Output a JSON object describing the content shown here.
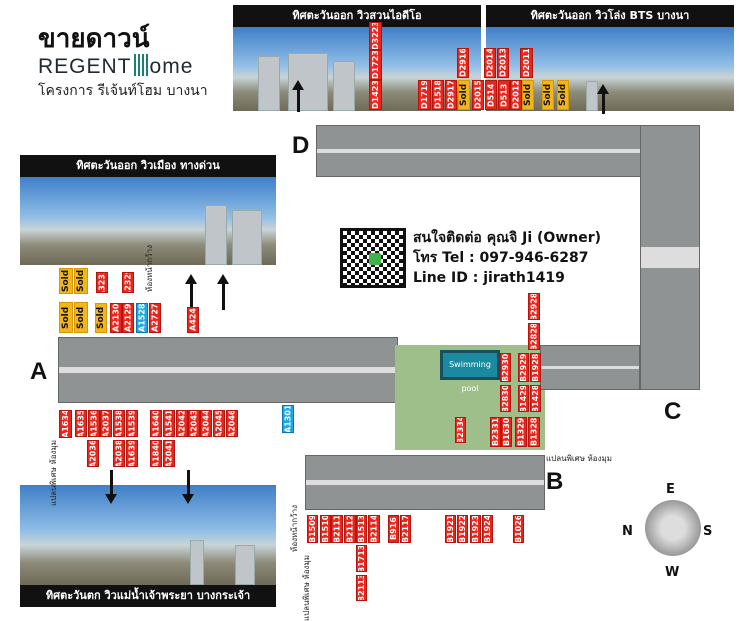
{
  "header": {
    "title": "ขายดาวน์",
    "brand_left": "REGENT",
    "brand_right": "ome",
    "project": "โครงการ รีเจ้นท์โฮม บางนา"
  },
  "views": {
    "top_left": "ทิศตะวันออก วิวเมือง ทางด่วน",
    "top_center": "ทิศตะวันออก วิวสวนไอดีโอ",
    "top_right": "ทิศตะวันออก วิวโล่ง BTS บางนา",
    "bottom_left": "ทิศตะวันตก วิวแม่น้ำเจ้าพระยา บางกระเจ้า"
  },
  "buildings": {
    "a": "A",
    "b": "B",
    "c": "C",
    "d": "D"
  },
  "pool_label": "Swimming pool",
  "contact": {
    "line1": "สนใจติดต่อ คุณจิ Ji (Owner)",
    "line2": "โทร Tel : 097-946-6287",
    "line3": "Line ID : jirath1419"
  },
  "notes": {
    "wide_room": "ห้องหน้ากว้าง",
    "corner_special": "แปลนพิเศษ ห้องมุม"
  },
  "compass": {
    "n": "N",
    "e": "E",
    "s": "S",
    "w": "W"
  },
  "colors": {
    "available": "#e8261b",
    "sold": "#f2b51c",
    "highlight": "#1ea7e0"
  },
  "tags": [
    {
      "text": "D3223",
      "status": "available"
    },
    {
      "text": "D1723",
      "status": "available"
    },
    {
      "text": "D1423",
      "status": "available"
    },
    {
      "text": "D1719",
      "status": "available"
    },
    {
      "text": "D1518",
      "status": "available"
    },
    {
      "text": "D2917",
      "status": "available"
    },
    {
      "text": "Sold",
      "status": "sold"
    },
    {
      "text": "D2916",
      "status": "available"
    },
    {
      "text": "D2015",
      "status": "available"
    },
    {
      "text": "D2014",
      "status": "available"
    },
    {
      "text": "D514",
      "status": "available"
    },
    {
      "text": "D2013",
      "status": "available"
    },
    {
      "text": "D513",
      "status": "available"
    },
    {
      "text": "D2012",
      "status": "available"
    },
    {
      "text": "D2011",
      "status": "available"
    },
    {
      "text": "Sold",
      "status": "sold"
    },
    {
      "text": "Sold",
      "status": "sold"
    },
    {
      "text": "Sold",
      "status": "sold"
    },
    {
      "text": "Sold",
      "status": "sold"
    },
    {
      "text": "Sold",
      "status": "sold"
    },
    {
      "text": "Sold",
      "status": "sold"
    },
    {
      "text": "Sold",
      "status": "sold"
    },
    {
      "text": "Sold",
      "status": "sold"
    },
    {
      "text": "A3231",
      "status": "available"
    },
    {
      "text": "A2130",
      "status": "available"
    },
    {
      "text": "A2129",
      "status": "available"
    },
    {
      "text": "A2329",
      "status": "available"
    },
    {
      "text": "A1528",
      "status": "highlight"
    },
    {
      "text": "A2727",
      "status": "available"
    },
    {
      "text": "A424",
      "status": "available"
    },
    {
      "text": "A1634",
      "status": "available"
    },
    {
      "text": "A1635",
      "status": "available"
    },
    {
      "text": "A1536",
      "status": "available"
    },
    {
      "text": "A2037",
      "status": "available"
    },
    {
      "text": "A1538",
      "status": "available"
    },
    {
      "text": "A1539",
      "status": "available"
    },
    {
      "text": "A1640",
      "status": "available"
    },
    {
      "text": "A1541",
      "status": "available"
    },
    {
      "text": "A2042",
      "status": "available"
    },
    {
      "text": "A2043",
      "status": "available"
    },
    {
      "text": "A2044",
      "status": "available"
    },
    {
      "text": "A2045",
      "status": "available"
    },
    {
      "text": "A2046",
      "status": "available"
    },
    {
      "text": "A2036",
      "status": "available"
    },
    {
      "text": "A2038",
      "status": "available"
    },
    {
      "text": "A1639",
      "status": "available"
    },
    {
      "text": "A1840",
      "status": "available"
    },
    {
      "text": "A2041",
      "status": "available"
    },
    {
      "text": "A1301",
      "status": "highlight"
    },
    {
      "text": "B2928",
      "status": "available"
    },
    {
      "text": "B2828",
      "status": "available"
    },
    {
      "text": "B2930",
      "status": "available"
    },
    {
      "text": "B2929",
      "status": "available"
    },
    {
      "text": "B1928",
      "status": "available"
    },
    {
      "text": "B2830",
      "status": "available"
    },
    {
      "text": "B1429",
      "status": "available"
    },
    {
      "text": "B1428",
      "status": "available"
    },
    {
      "text": "B2334",
      "status": "available"
    },
    {
      "text": "B2331",
      "status": "available"
    },
    {
      "text": "B1630",
      "status": "available"
    },
    {
      "text": "B1329",
      "status": "available"
    },
    {
      "text": "B1328",
      "status": "available"
    },
    {
      "text": "B1509",
      "status": "available"
    },
    {
      "text": "B1510",
      "status": "available"
    },
    {
      "text": "B2111",
      "status": "available"
    },
    {
      "text": "B2112",
      "status": "available"
    },
    {
      "text": "B1513",
      "status": "available"
    },
    {
      "text": "B2114",
      "status": "available"
    },
    {
      "text": "B916",
      "status": "available"
    },
    {
      "text": "B2117",
      "status": "available"
    },
    {
      "text": "B1921",
      "status": "available"
    },
    {
      "text": "B1922",
      "status": "available"
    },
    {
      "text": "B1923",
      "status": "available"
    },
    {
      "text": "B1924",
      "status": "available"
    },
    {
      "text": "B1026",
      "status": "available"
    },
    {
      "text": "B1713",
      "status": "available"
    },
    {
      "text": "B2113",
      "status": "available"
    }
  ]
}
